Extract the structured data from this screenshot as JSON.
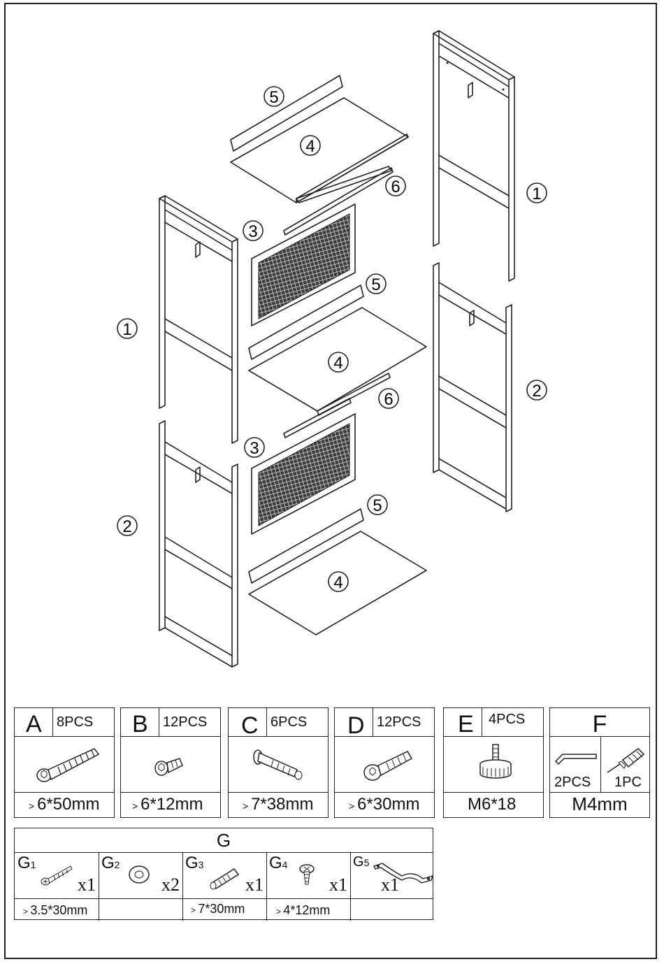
{
  "diagram": {
    "labels": {
      "n1": "1",
      "n2": "2",
      "n3": "3",
      "n4": "4",
      "n5": "5",
      "n6": "6"
    }
  },
  "hardware": [
    {
      "letter": "A",
      "qty": "8PCS",
      "size": "6*50mm",
      "icon": "long-bolt-icon"
    },
    {
      "letter": "B",
      "qty": "12PCS",
      "size": "6*12mm",
      "icon": "short-bolt-icon"
    },
    {
      "letter": "C",
      "qty": "6PCS",
      "size": "7*38mm",
      "icon": "cam-bolt-icon"
    },
    {
      "letter": "D",
      "qty": "12PCS",
      "size": "6*30mm",
      "icon": "medium-bolt-icon"
    },
    {
      "letter": "E",
      "qty": "4PCS",
      "size": "M6*18",
      "icon": "leveling-foot-icon"
    }
  ],
  "tools": {
    "letter": "F",
    "allen_qty": "2PCS",
    "screwdriver_qty": "1PC",
    "size": "M4mm"
  },
  "wall_kit": {
    "title": "G",
    "items": [
      {
        "letter": "G",
        "sub": "1",
        "mult": "x1",
        "size": "3.5*30mm",
        "icon": "wood-screw-icon"
      },
      {
        "letter": "G",
        "sub": "2",
        "mult": "x2",
        "size": "",
        "icon": "washer-icon"
      },
      {
        "letter": "G",
        "sub": "3",
        "mult": "x1",
        "size": "7*30mm",
        "icon": "wall-anchor-icon"
      },
      {
        "letter": "G",
        "sub": "4",
        "mult": "x1",
        "size": "4*12mm",
        "icon": "small-screw-icon"
      },
      {
        "letter": "G",
        "sub": "5",
        "mult": "x1",
        "size": "",
        "icon": "anti-tip-strap-icon"
      }
    ]
  }
}
